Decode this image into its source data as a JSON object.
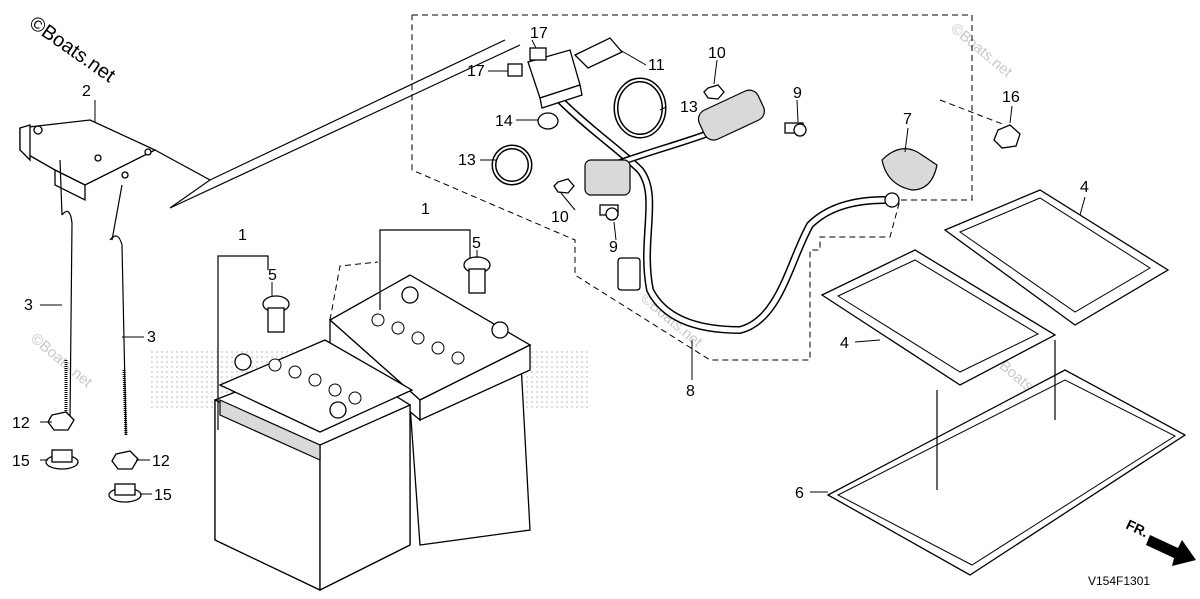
{
  "watermark_main": "©Boats.net",
  "watermark_faint": "©Boats.net",
  "diagram_code": "V154F1301",
  "front_indicator": "FR.",
  "callouts": {
    "c1a": "1",
    "c1b": "1",
    "c2": "2",
    "c3a": "3",
    "c3b": "3",
    "c4a": "4",
    "c4b": "4",
    "c5a": "5",
    "c5b": "5",
    "c6": "6",
    "c7": "7",
    "c8": "8",
    "c9a": "9",
    "c9b": "9",
    "c10a": "10",
    "c10b": "10",
    "c11": "11",
    "c12a": "12",
    "c12b": "12",
    "c13a": "13",
    "c13b": "13",
    "c14": "14",
    "c15a": "15",
    "c15b": "15",
    "c16": "16",
    "c17a": "17",
    "c17b": "17"
  }
}
